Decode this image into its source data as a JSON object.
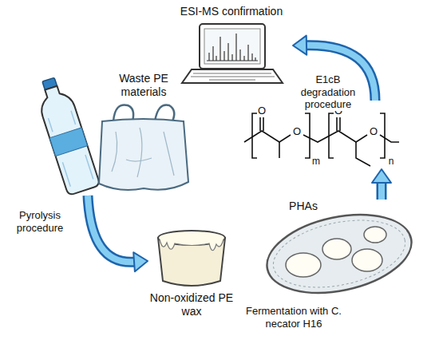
{
  "diagram": {
    "nodes": [
      {
        "text": [
          "ESI-MS confirmation"
        ]
      },
      {
        "text": [
          "Waste PE materials"
        ]
      },
      {
        "text": [
          "O",
          "O",
          "m",
          "O",
          "O",
          "n"
        ]
      },
      {
        "text": [
          "PHAs"
        ]
      },
      {
        "text": [
          "Non-oxidized PE wax"
        ]
      }
    ],
    "edges": [
      {
        "from": 1,
        "to": 4,
        "arrow": "to",
        "label": "Pyrolysis procedure"
      },
      {
        "from": 3,
        "to": 2,
        "arrow": "to"
      },
      {
        "from": 2,
        "to": 0,
        "arrow": "to",
        "label": "E1cB degradation procedure"
      }
    ],
    "labels": [
      "Fermentation with C. necator H16"
    ]
  }
}
